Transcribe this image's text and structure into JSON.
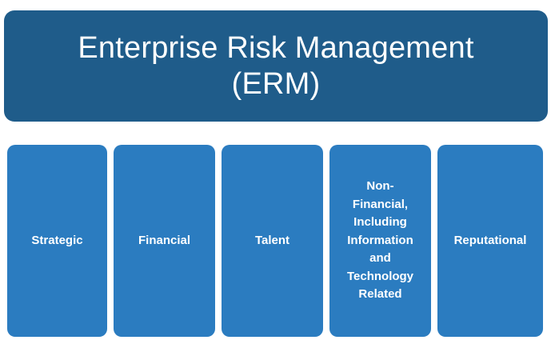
{
  "diagram": {
    "type": "hierarchy-block-diagram",
    "background_color": "#ffffff",
    "header": {
      "title": "Enterprise Risk Management\n(ERM)",
      "title_line_1": "Enterprise Risk Management",
      "title_line_2": "(ERM)",
      "background_color": "#1f5c8a",
      "text_color": "#ffffff"
    },
    "categories": [
      {
        "label": "Strategic",
        "background_color": "#2b7cc0",
        "text_color": "#ffffff"
      },
      {
        "label": "Financial",
        "background_color": "#2b7cc0",
        "text_color": "#ffffff"
      },
      {
        "label": "Talent",
        "background_color": "#2b7cc0",
        "text_color": "#ffffff"
      },
      {
        "label": "Non-\nFinancial,\nIncluding\nInformation\nand\nTechnology\nRelated",
        "background_color": "#2b7cc0",
        "text_color": "#ffffff"
      },
      {
        "label": "Reputational",
        "background_color": "#2b7cc0",
        "text_color": "#ffffff"
      }
    ]
  }
}
